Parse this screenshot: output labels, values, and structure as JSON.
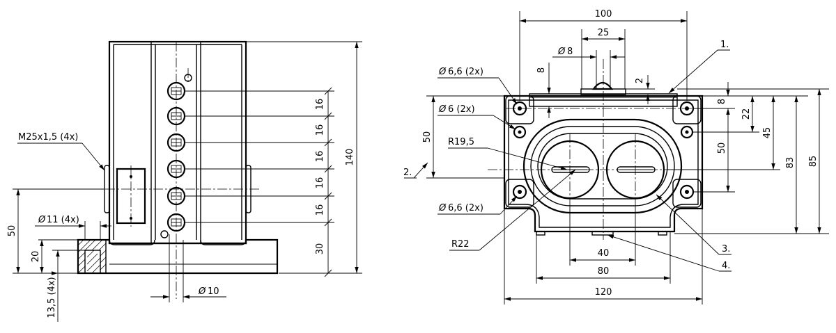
{
  "side_view": {
    "thread_label": "M25x1,5  (4x)",
    "hole_label": "11  (4x)",
    "hole_prefix": "Ø",
    "bore_label": "10",
    "bore_prefix": "Ø",
    "dim_height_total": "140",
    "dim_height_base": "50",
    "dim_height_20": "20",
    "dim_counterbore": "13,5  (4x)",
    "dim_pitch": [
      "16",
      "16",
      "16",
      "16",
      "16"
    ],
    "dim_bottom": "30"
  },
  "front_view": {
    "dim_width_100": "100",
    "dim_width_25": "25",
    "dim_dia_8": "8",
    "dia_prefix": "Ø",
    "dim_8_left": "8",
    "dim_2": "2",
    "dim_8_right": "8",
    "dim_22": "22",
    "dim_45": "45",
    "dim_50_right": "50",
    "dim_83": "83",
    "dim_85": "85",
    "dim_50_left": "50",
    "hole_66_top": "6,6  (2x)",
    "hole_6": "6  (2x)",
    "radius_195": "R19,5",
    "hole_66_bottom": "6,6  (2x)",
    "radius_22": "R22",
    "dim_40": "40",
    "dim_80": "80",
    "dim_120": "120",
    "callout_1": "1.",
    "callout_2": "2.",
    "callout_3": "3.",
    "callout_4": "4."
  }
}
